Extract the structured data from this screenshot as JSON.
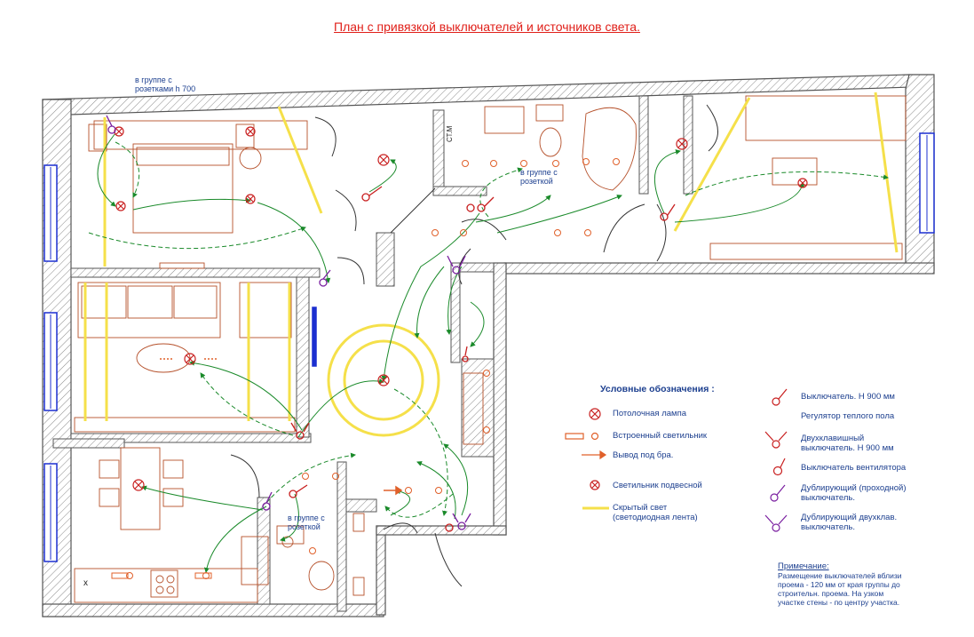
{
  "title": "План с привязкой выключателей и источников света.",
  "labels": {
    "bedroom_group": "в группе с\nрозетками h 700",
    "bath_group": "в группе с\nрозеткой",
    "wc_group": "в группе с\nрозеткой",
    "st_m": "СТ.М",
    "kitchen_x": "x"
  },
  "legend": {
    "title": "Условные обозначения :",
    "left": [
      {
        "icon": "ceiling-lamp-icon",
        "text": "Потолочная лампа"
      },
      {
        "icon": "recessed-light-icon",
        "text": "Встроенный светильник"
      },
      {
        "icon": "sconce-outlet-icon",
        "text": "Вывод под бра."
      },
      {
        "icon": "pendant-lamp-icon",
        "text": "Светильник подвесной"
      },
      {
        "icon": "led-strip-icon",
        "text": "Скрытый свет\n(светодиодная лента)"
      }
    ],
    "right": [
      {
        "icon": "switch-icon",
        "text": "Выключатель. Н 900 мм"
      },
      {
        "icon": "floor-heat-regulator-icon",
        "text": "Регулятор теплого пола"
      },
      {
        "icon": "double-switch-icon",
        "text": "Двухклавишный\nвыключатель. Н 900 мм"
      },
      {
        "icon": "fan-switch-icon",
        "text": "Выключатель вентилятора"
      },
      {
        "icon": "pass-switch-icon",
        "text": "Дублирующий (проходной)\nвыключатель."
      },
      {
        "icon": "double-pass-switch-icon",
        "text": "Дублирующий двухклав.\nвыключатель."
      }
    ]
  },
  "note": {
    "heading": "Примечание:",
    "text": "Размещение выключателей вблизи\nпроема - 120 мм от края группы до\nстроительн. проема. На узком\nучастке стены - по центру участка."
  },
  "colors": {
    "wall": "#555555",
    "furniture": "#b5502a",
    "wiring": "#1a8a2a",
    "led": "#f5e04a",
    "window": "#1b2fd0",
    "switch_red": "#c81e1e",
    "switch_purple": "#7a1fa0",
    "text": "#1c3f8f",
    "title": "#e0201a"
  }
}
